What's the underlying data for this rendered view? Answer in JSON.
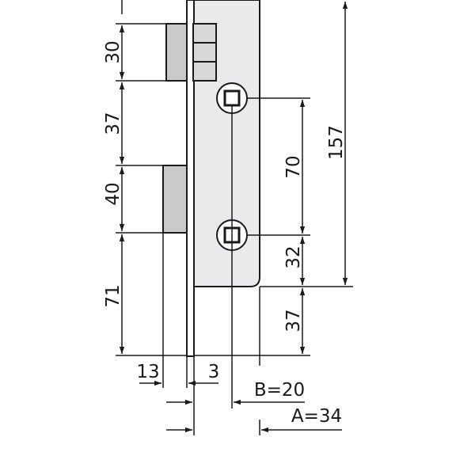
{
  "colors": {
    "line": "#1a1a1a",
    "plate_fill": "#e9eaec",
    "bolt_fill": "#d7d8da",
    "bolt_body": "#c8c9cb",
    "hole_fill": "#ffffff"
  },
  "dimensions": {
    "latch_height": "30",
    "latch_to_hole": "37",
    "bolt_height": "40",
    "bolt_to_bottom": "71",
    "hole_spacing": "70",
    "overall_height": "157",
    "hole_to_case_bottom": "32",
    "case_bottom_to_plate_end": "37",
    "bolt_projection": "13",
    "faceplate_thickness": "3",
    "backset_b": "B=20",
    "backset_a": "A=34"
  }
}
